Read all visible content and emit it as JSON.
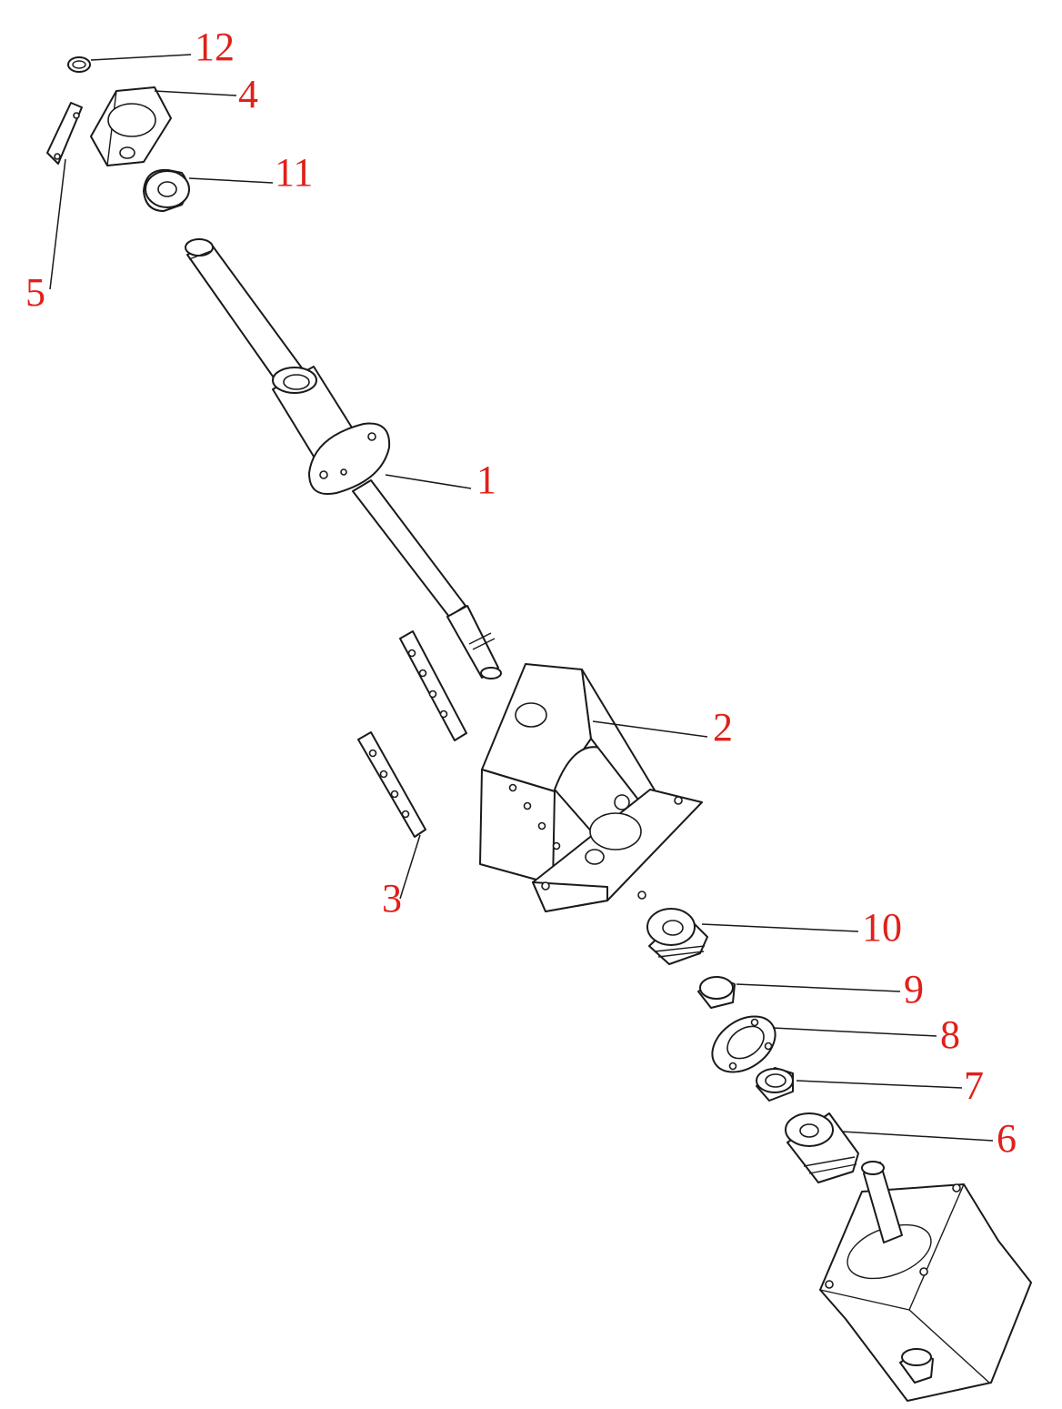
{
  "colors": {
    "line": "#1a1a1a",
    "callout": "#e0201a",
    "background": "#ffffff"
  },
  "callouts": [
    {
      "id": "12",
      "label": "12"
    },
    {
      "id": "4",
      "label": "4"
    },
    {
      "id": "11",
      "label": "11"
    },
    {
      "id": "5",
      "label": "5"
    },
    {
      "id": "1",
      "label": "1"
    },
    {
      "id": "2",
      "label": "2"
    },
    {
      "id": "3",
      "label": "3"
    },
    {
      "id": "10",
      "label": "10"
    },
    {
      "id": "9",
      "label": "9"
    },
    {
      "id": "8",
      "label": "8"
    },
    {
      "id": "7",
      "label": "7"
    },
    {
      "id": "6",
      "label": "6"
    }
  ]
}
